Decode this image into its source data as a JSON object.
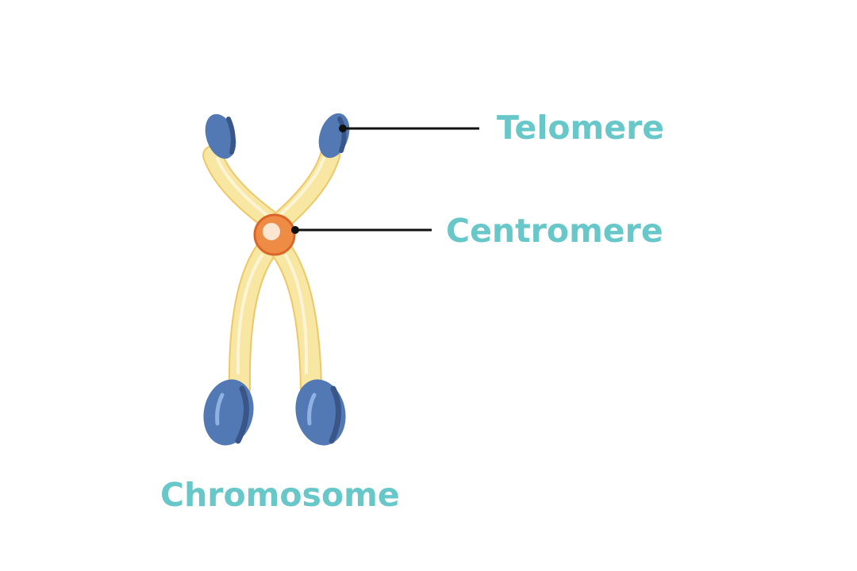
{
  "labels": {
    "telomere": "Telomere",
    "centromere": "Centromere",
    "chromosome": "Chromosome"
  },
  "colors": {
    "label_text": "#68c7c8",
    "chromatid_fill": "#f8e7a2",
    "chromatid_outline": "#eec766",
    "telomere_fill": "#5279b4",
    "telomere_dark": "#3a5688",
    "centromere_fill": "#ee8c45",
    "centromere_outline": "#d9652a",
    "centromere_highlight": "#fce6d2",
    "leader_line": "#111111"
  }
}
